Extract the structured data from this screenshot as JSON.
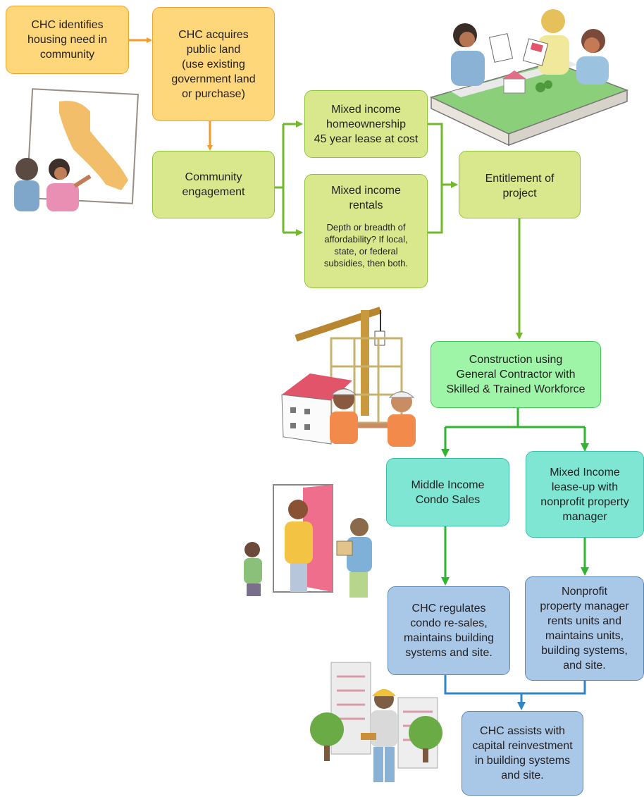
{
  "nodes": {
    "identify": [
      "CHC identifies",
      "housing need in",
      "community"
    ],
    "acquire": [
      "CHC acquires",
      "public land",
      "(use existing",
      "government land",
      "or purchase)"
    ],
    "engagement": [
      "Community",
      "engagement"
    ],
    "homeownership": [
      "Mixed income",
      "homeownership",
      "45 year lease at cost"
    ],
    "rentals_title": [
      "Mixed income",
      "rentals"
    ],
    "rentals_note": [
      "Depth or breadth of",
      "affordability?  If local,",
      "state, or federal",
      "subsidies, then both."
    ],
    "entitlement": [
      "Entitlement of",
      "project"
    ],
    "construction": [
      "Construction using",
      "General Contractor with",
      "Skilled & Trained Workforce"
    ],
    "condo_sales": [
      "Middle Income",
      "Condo Sales"
    ],
    "leaseup": [
      "Mixed Income",
      "lease-up with",
      "nonprofit property",
      "manager"
    ],
    "regulates": [
      "CHC regulates",
      "condo re-sales,",
      "maintains building",
      "systems and site."
    ],
    "rents": [
      "Nonprofit",
      "property manager",
      "rents units and",
      "maintains units,",
      "building systems,",
      "and site."
    ],
    "reinvest": [
      "CHC assists with",
      "capital reinvestment",
      "in building systems",
      "and site."
    ]
  },
  "colors": {
    "orange_arrow": "#f39a2c",
    "green_arrow": "#72b82b",
    "bright_green_arrow": "#2fb52f",
    "blue_arrow": "#2f86c3"
  },
  "illustrations": [
    "people-at-california-map",
    "people-reviewing-site-model",
    "construction-workers-shaking-hands",
    "family-at-front-door",
    "maintenance-worker-with-buildings"
  ]
}
